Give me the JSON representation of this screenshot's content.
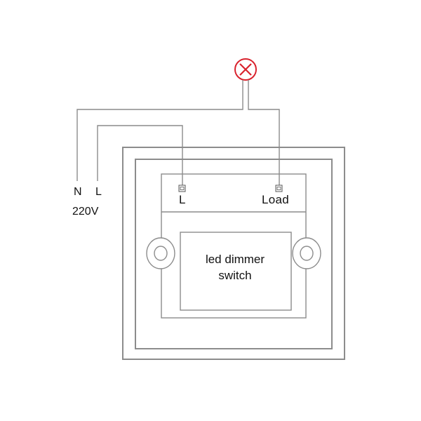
{
  "supply": {
    "neutral_label": "N",
    "live_label": "L",
    "voltage_label": "220V"
  },
  "terminals": {
    "line_label": "L",
    "load_label": "Load"
  },
  "device": {
    "name_line1": "led dimmer",
    "name_line2": "switch"
  },
  "lamp": {
    "icon": "lamp-cross-icon",
    "color": "#d9232e"
  }
}
